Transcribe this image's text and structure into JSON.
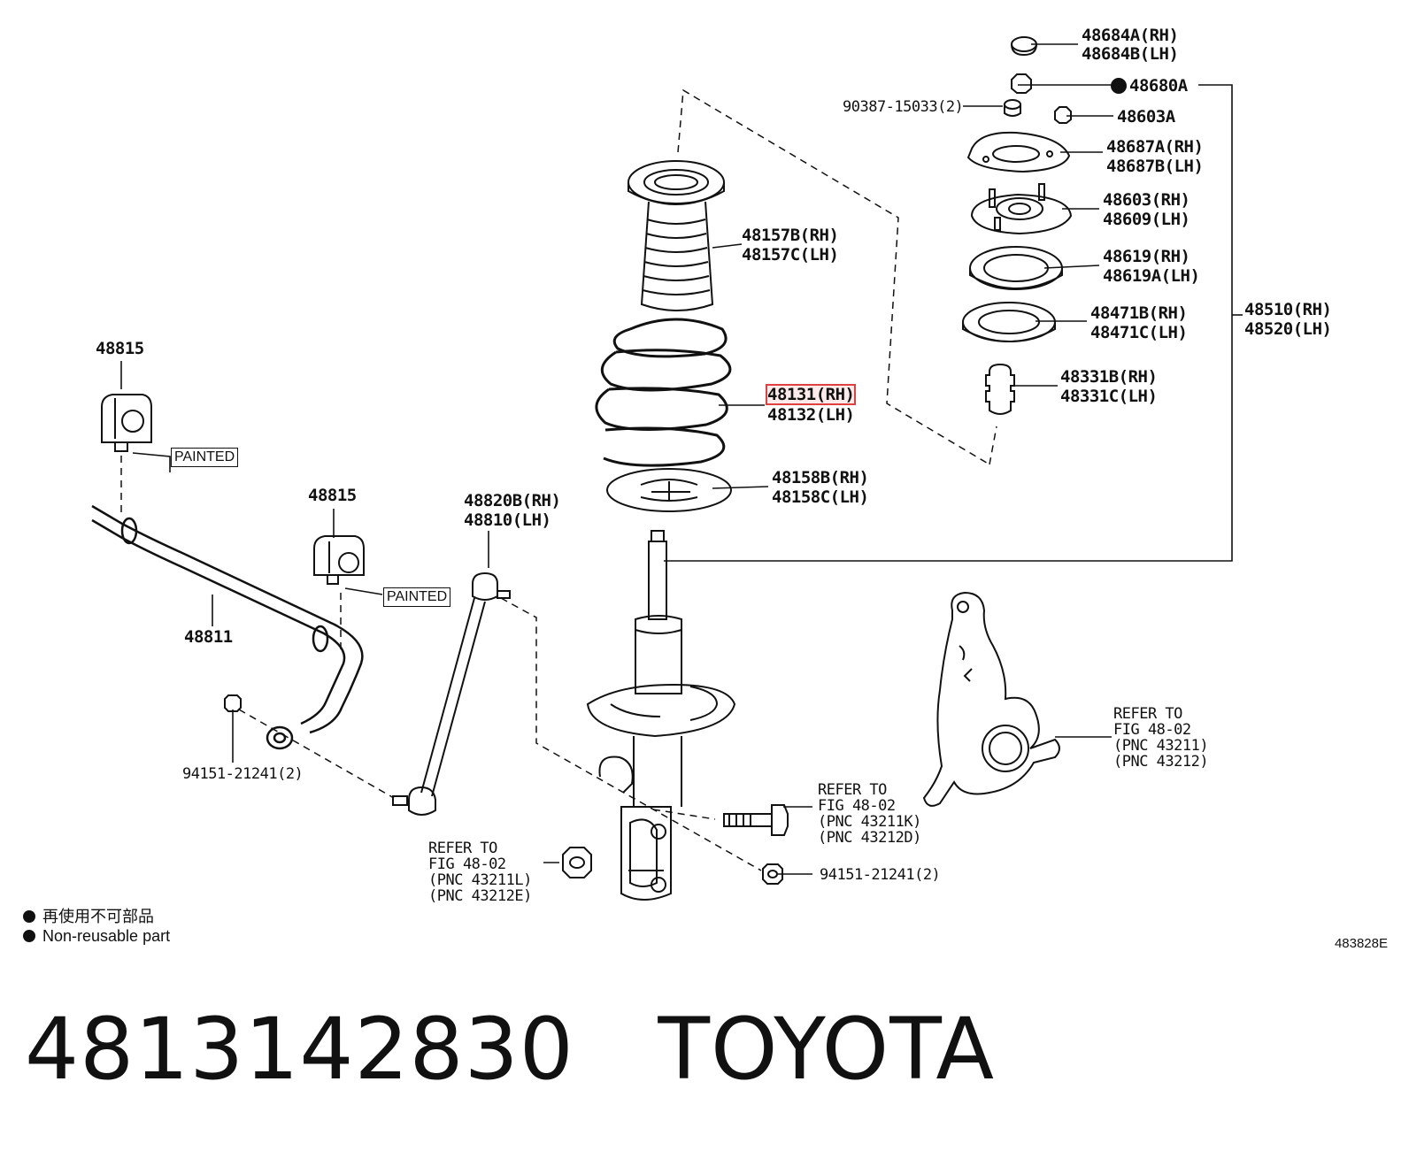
{
  "labels": {
    "cap_rh": "48684A(RH)",
    "cap_lh": "48684B(LH)",
    "nut_a": "48680A",
    "washer": "90387-15033(2)",
    "nut_b": "48603A",
    "plate_rh": "48687A(RH)",
    "plate_lh": "48687B(LH)",
    "mount_rh": "48603(RH)",
    "mount_lh": "48609(LH)",
    "bearing_rh": "48619(RH)",
    "bearing_lh": "48619A(LH)",
    "seat_rh": "48471B(RH)",
    "seat_lh": "48471C(LH)",
    "bumper_rh": "48331B(RH)",
    "bumper_lh": "48331C(LH)",
    "boot_rh": "48157B(RH)",
    "boot_lh": "48157C(LH)",
    "spring_rh": "48131(RH)",
    "spring_lh": "48132(LH)",
    "insulator_rh": "48158B(RH)",
    "insulator_lh": "48158C(LH)",
    "strut_rh": "48510(RH)",
    "strut_lh": "48520(LH)",
    "bushing_top": "48815",
    "bushing_mid": "48815",
    "stabilizer_bar": "48811",
    "link_rh": "48820B(RH)",
    "link_lh": "48810(LH)",
    "stab_nut": "94151-21241(2)",
    "strut_nut": "94151-21241(2)",
    "painted_1": "PAINTED",
    "painted_2": "PAINTED",
    "refer_knuckle": [
      "REFER TO",
      "FIG 48-02",
      "(PNC 43211)",
      "(PNC 43212)"
    ],
    "refer_bolt": [
      "REFER TO",
      "FIG 48-02",
      "(PNC 43211K)",
      "(PNC 43212D)"
    ],
    "refer_nut": [
      "REFER TO",
      "FIG 48-02",
      "(PNC 43211L)",
      "(PNC 43212E)"
    ]
  },
  "legend": {
    "jp": "再使用不可部品",
    "en": "Non-reusable part"
  },
  "figure_code": "483828E",
  "title": "4813142830   TOYOTA",
  "highlight_color": "#e04040"
}
